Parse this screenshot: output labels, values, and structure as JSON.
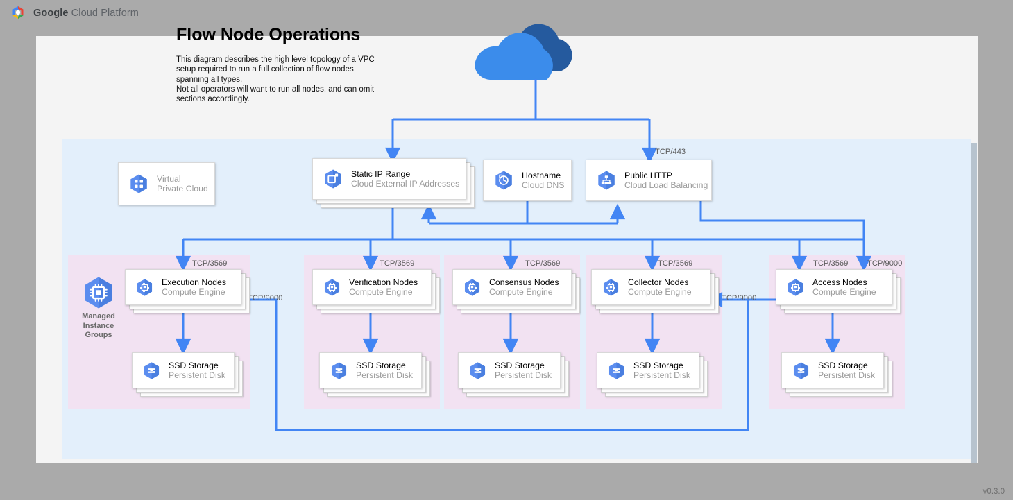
{
  "header": {
    "brand_bold": "Google",
    "brand_rest": " Cloud Platform",
    "logo_icon": "google-cloud-hexagon-logo"
  },
  "title": "Flow Node Operations",
  "description": "This diagram describes the high level topology of a VPC setup required to run a full collection of flow nodes spanning all types.\nNot all operators will want to run all nodes, and can omit sections accordingly.",
  "version": "v0.3.0",
  "colors": {
    "connector": "#4285f4",
    "vpc_region": "#e3effb",
    "group_box": "#f2e2f2",
    "panel": "#f4f4f4",
    "page": "#aaaaaa",
    "icon_blue": "#4e7fe8",
    "cloud_front": "#3b8ceb",
    "cloud_back": "#255a9e"
  },
  "internet_cloud": {
    "icon": "cloud-icon"
  },
  "top_row": [
    {
      "icon": "virtual-private-cloud-icon",
      "title": "Virtual",
      "subtitle": "Private Cloud",
      "muted": true,
      "stacked": false
    },
    {
      "icon": "static-ip-range-icon",
      "title": "Static IP Range",
      "subtitle": "Cloud External IP Addresses",
      "muted": false,
      "stacked": true
    },
    {
      "icon": "cloud-dns-icon",
      "title": "Hostname",
      "subtitle": "Cloud DNS",
      "muted": false,
      "stacked": false
    },
    {
      "icon": "cloud-load-balancing-icon",
      "title": "Public HTTP",
      "subtitle": "Cloud Load Balancing",
      "muted": false,
      "stacked": false
    }
  ],
  "managed_instance_groups": {
    "icon": "compute-engine-hexagon-icon",
    "label": "Managed\nInstance\nGroups"
  },
  "node_groups": [
    {
      "compute": {
        "icon": "compute-engine-icon",
        "title": "Execution Nodes",
        "subtitle": "Compute Engine"
      },
      "storage": {
        "icon": "persistent-disk-icon",
        "title": "SSD Storage",
        "subtitle": "Persistent Disk"
      }
    },
    {
      "compute": {
        "icon": "compute-engine-icon",
        "title": "Verification Nodes",
        "subtitle": "Compute Engine"
      },
      "storage": {
        "icon": "persistent-disk-icon",
        "title": "SSD Storage",
        "subtitle": "Persistent Disk"
      }
    },
    {
      "compute": {
        "icon": "compute-engine-icon",
        "title": "Consensus Nodes",
        "subtitle": "Compute Engine"
      },
      "storage": {
        "icon": "persistent-disk-icon",
        "title": "SSD Storage",
        "subtitle": "Persistent Disk"
      }
    },
    {
      "compute": {
        "icon": "compute-engine-icon",
        "title": "Collector Nodes",
        "subtitle": "Compute Engine"
      },
      "storage": {
        "icon": "persistent-disk-icon",
        "title": "SSD Storage",
        "subtitle": "Persistent Disk"
      }
    },
    {
      "compute": {
        "icon": "compute-engine-icon",
        "title": "Access Nodes",
        "subtitle": "Compute Engine"
      },
      "storage": {
        "icon": "persistent-disk-icon",
        "title": "SSD Storage",
        "subtitle": "Persistent Disk"
      }
    }
  ],
  "port_labels": {
    "lb_https": "TCP/443",
    "exec_in": "TCP/3569",
    "verify_in": "TCP/3569",
    "consensus_in": "TCP/3569",
    "collector_in": "TCP/3569",
    "access_in": "TCP/3569",
    "access_9000": "TCP/9000",
    "exec_return": "TCP/9000",
    "collector_return": "TCP/9000"
  }
}
